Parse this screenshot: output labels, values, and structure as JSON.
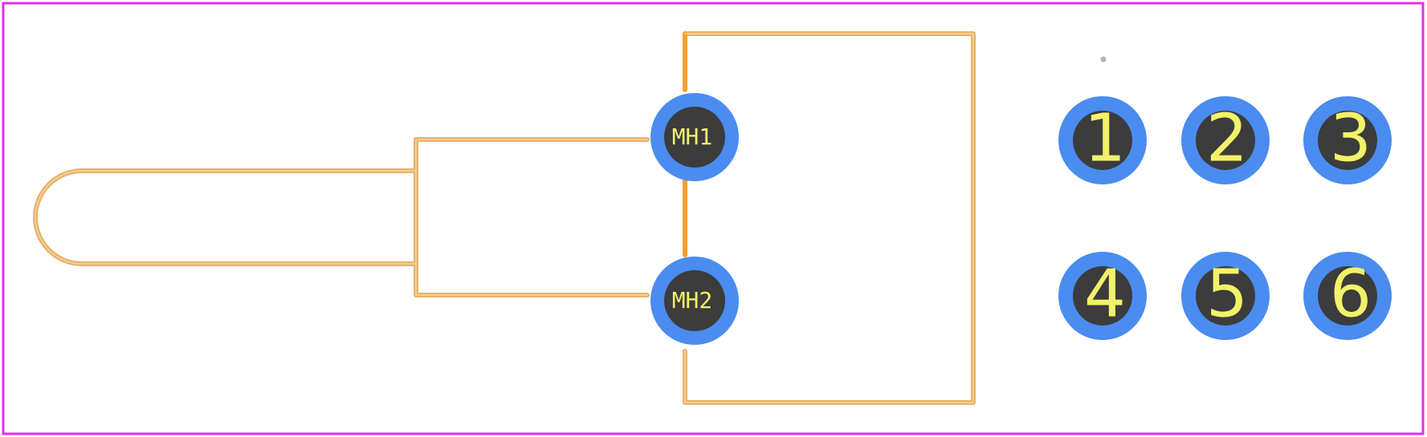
{
  "colors": {
    "background": "#ffffff",
    "board_outline": "#e62ee6",
    "silkscreen": "#e8b26a",
    "silkscreen_core": "#f0a030",
    "pad_ring": "#4a8cf0",
    "pad_hole": "#3c3c3c",
    "label": "#f2f26a",
    "origin_dot": "#b4b4b4"
  },
  "mounting_holes": [
    {
      "id": "MH1",
      "label": "MH1"
    },
    {
      "id": "MH2",
      "label": "MH2"
    }
  ],
  "pins": [
    {
      "id": "pin-1",
      "label": "1"
    },
    {
      "id": "pin-2",
      "label": "2"
    },
    {
      "id": "pin-3",
      "label": "3"
    },
    {
      "id": "pin-4",
      "label": "4"
    },
    {
      "id": "pin-5",
      "label": "5"
    },
    {
      "id": "pin-6",
      "label": "6"
    }
  ]
}
